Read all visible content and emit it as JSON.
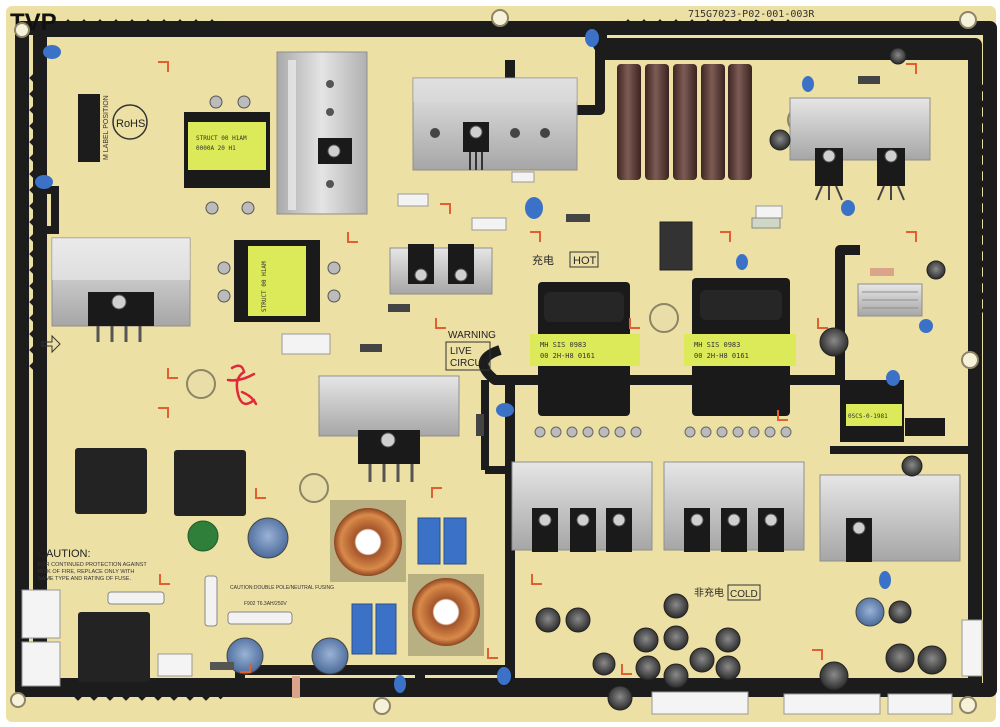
{
  "watermark": "TVP",
  "board": {
    "part_number": "715G7023-P02-001-003R",
    "rohs_label": "RoHS",
    "hot_cn": "充电",
    "hot": "HOT",
    "cold_cn": "非充电",
    "cold": "COLD",
    "warning": "WARNING",
    "live_line1": "LIVE",
    "live_line2": "CIRCUIT",
    "caution_title": "CAUTION:",
    "caution_lines": [
      "FOR CONTINUED PROTECTION AGAINST",
      "RISK OF FIRE, REPLACE ONLY WITH",
      "SAME TYPE AND RATING OF FUSE."
    ],
    "caution_fuse_note": "CAUTION:DOUBLE POLE/NEUTRAL FUSING",
    "fuse_label": "F902 T6.3AH/250V",
    "label_position": "M LABEL POSITION"
  },
  "colors": {
    "pcb": "#ede0a4",
    "mask_dark": "#1c1c1c",
    "heatsink": "#c9c9c9",
    "transformer_label": "#dcea5a",
    "capacitor_brown": "#5a3a36",
    "capacitor_blue": "#3b72c8",
    "copper": "#c36a2e",
    "marker_orange": "#e06030",
    "handwriting_red": "#e0283a"
  },
  "icons": [
    "mounting-hole-icon",
    "arrow-marker-icon",
    "safety-ground-icon"
  ]
}
